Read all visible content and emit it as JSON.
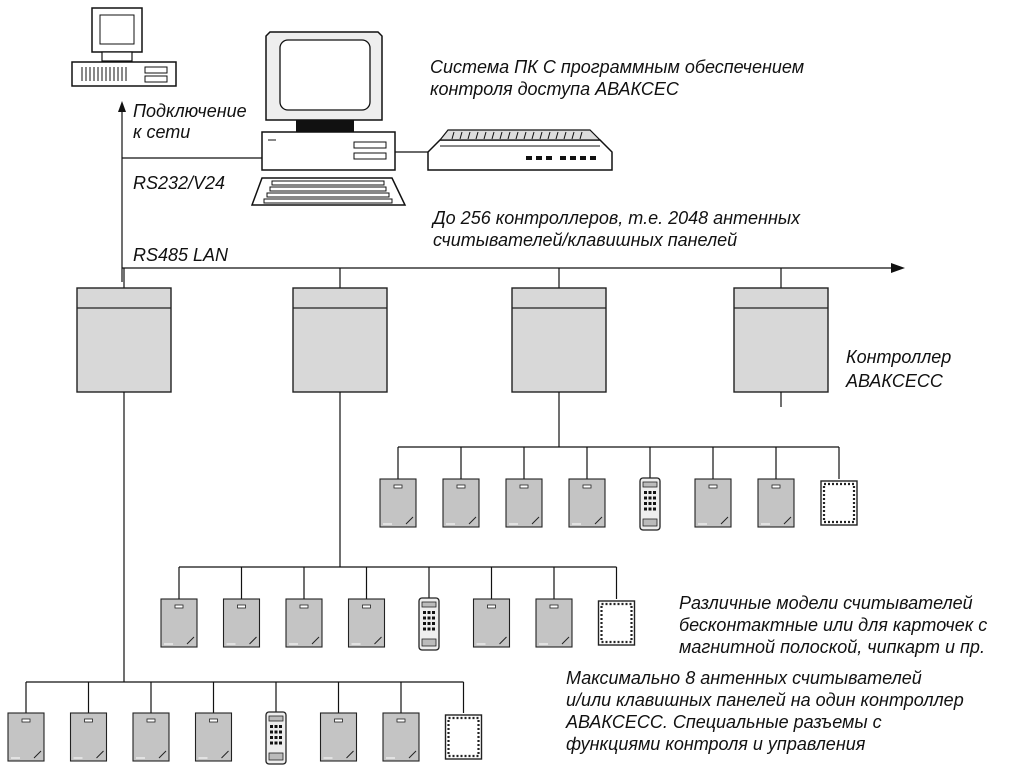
{
  "labels": {
    "pc_system_1": "Система ПК С программным обеспечением",
    "pc_system_2": "контроля доступа АВАКСЕС",
    "network_1": "Подключение",
    "network_2": "к сети",
    "rs232": "RS232/V24",
    "rs485": "RS485 LAN",
    "capacity_1": "До 256 контроллеров, т.е. 2048 антенных",
    "capacity_2": "считывателей/клавишных панелей",
    "controller_1": "Контроллер",
    "controller_2": "АВАКСЕСС",
    "readers_1": "Различные модели считывателей",
    "readers_2": "бесконтактные или для карточек с",
    "readers_3": "магнитной полоской, чипкарт и пр.",
    "max_1": "Максимально 8 антенных считывателей",
    "max_2": "и/или клавишных панелей на один контроллер",
    "max_3": "АВАКСЕСС. Специальные разъемы с",
    "max_4": "функциями контроля и управления"
  },
  "controllers_count": 4,
  "reader_groups": [
    {
      "controller": 3,
      "devices": [
        "reader",
        "reader",
        "reader",
        "reader",
        "keypad",
        "reader",
        "reader",
        "antenna"
      ]
    },
    {
      "controller": 2,
      "devices": [
        "reader",
        "reader",
        "reader",
        "reader",
        "keypad",
        "reader",
        "reader",
        "antenna"
      ]
    },
    {
      "controller": 1,
      "devices": [
        "reader",
        "reader",
        "reader",
        "reader",
        "keypad",
        "reader",
        "reader",
        "antenna"
      ]
    }
  ],
  "icons": [
    "network-computer-icon",
    "pc-workstation-icon",
    "printer-icon",
    "controller-icon",
    "card-reader-icon",
    "keypad-icon",
    "antenna-reader-icon"
  ]
}
